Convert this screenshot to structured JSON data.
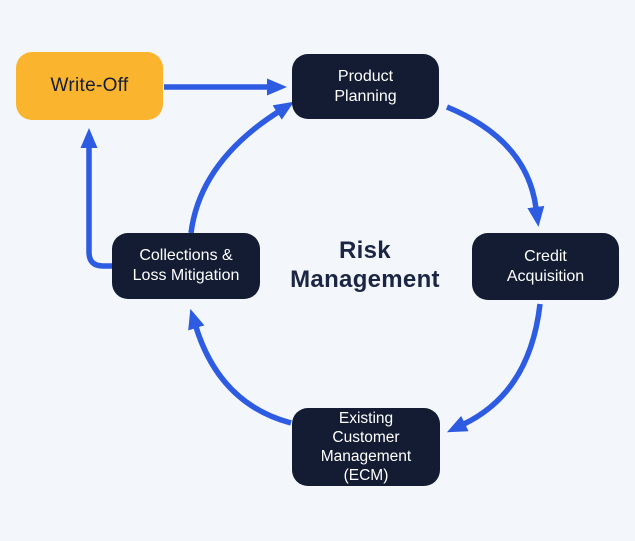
{
  "colors": {
    "bg": "#F3F6FA",
    "node": "#131C33",
    "node_text": "#FFFFFF",
    "accent": "#FBB42E",
    "accent_text": "#141D36",
    "arrow": "#2D5BE2",
    "title": "#1B2644"
  },
  "diagram": {
    "title": "Risk Management",
    "title_lines": [
      "Risk",
      "Management"
    ],
    "nodes": [
      {
        "id": "write-off",
        "label": "Write-Off",
        "style": "accent"
      },
      {
        "id": "product-planning",
        "label": "Product Planning",
        "style": "dark"
      },
      {
        "id": "credit-acquisition",
        "label": "Credit Acquisition",
        "style": "dark"
      },
      {
        "id": "existing-customer-management",
        "label": "Existing Customer Management (ECM)",
        "style": "dark"
      },
      {
        "id": "collections-loss-mitigation",
        "label": "Collections & Loss Mitigation",
        "style": "dark"
      }
    ],
    "edges": [
      {
        "from": "write-off",
        "to": "product-planning"
      },
      {
        "from": "product-planning",
        "to": "credit-acquisition"
      },
      {
        "from": "credit-acquisition",
        "to": "existing-customer-management"
      },
      {
        "from": "existing-customer-management",
        "to": "collections-loss-mitigation"
      },
      {
        "from": "collections-loss-mitigation",
        "to": "product-planning"
      },
      {
        "from": "collections-loss-mitigation",
        "to": "write-off"
      }
    ]
  }
}
